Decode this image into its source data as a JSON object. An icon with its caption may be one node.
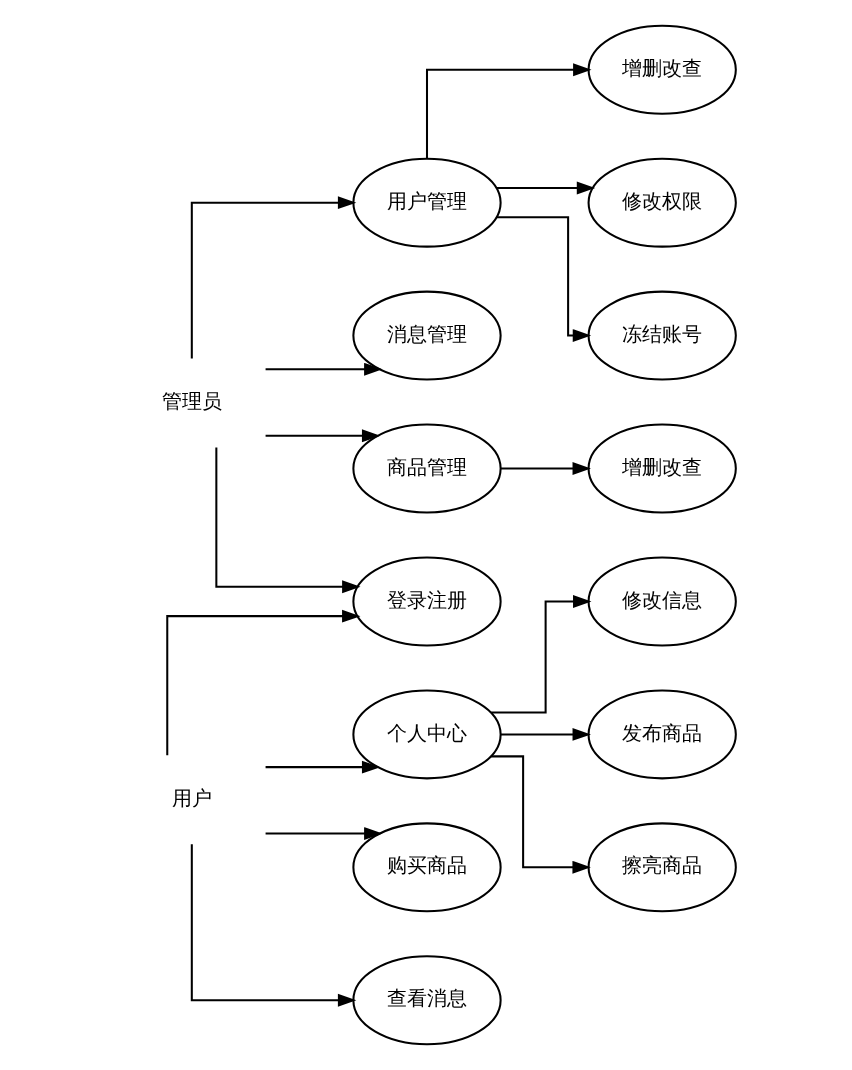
{
  "diagram": {
    "nodes": [
      {
        "text": [
          "增删改查"
        ]
      },
      {
        "text": [
          "用户管理"
        ]
      },
      {
        "text": [
          "修改权限"
        ]
      },
      {
        "text": [
          "冻结账号"
        ]
      },
      {
        "text": [
          "管理员"
        ]
      },
      {
        "text": [
          "消息管理"
        ]
      },
      {
        "text": [
          "商品管理"
        ]
      },
      {
        "text": [
          "增删改查"
        ]
      },
      {
        "text": [
          "登录注册"
        ]
      },
      {
        "text": [
          "修改信息"
        ]
      },
      {
        "text": [
          "个人中心"
        ]
      },
      {
        "text": [
          "发布商品"
        ]
      },
      {
        "text": [
          "擦亮商品"
        ]
      },
      {
        "text": [
          "用户"
        ]
      },
      {
        "text": [
          "购买商品"
        ]
      },
      {
        "text": [
          "查看消息"
        ]
      }
    ],
    "edges": [
      {
        "from": 4,
        "to": 8,
        "arrow": "to"
      },
      {
        "from": 4,
        "to": 1,
        "arrow": "to"
      },
      {
        "from": 4,
        "to": 5,
        "arrow": "to"
      },
      {
        "from": 4,
        "to": 6,
        "arrow": "to"
      },
      {
        "from": 1,
        "to": 0,
        "arrow": "to"
      },
      {
        "from": 1,
        "to": 2,
        "arrow": "to"
      },
      {
        "from": 1,
        "to": 3,
        "arrow": "to"
      },
      {
        "from": 6,
        "to": 7,
        "arrow": "to"
      },
      {
        "from": 13,
        "to": 8,
        "arrow": "to"
      },
      {
        "from": 13,
        "to": 10,
        "arrow": "to"
      },
      {
        "from": 13,
        "to": 14,
        "arrow": "to"
      },
      {
        "from": 13,
        "to": 15,
        "arrow": "to"
      },
      {
        "from": 10,
        "to": 9,
        "arrow": "to"
      },
      {
        "from": 10,
        "to": 11,
        "arrow": "to"
      },
      {
        "from": 10,
        "to": 12,
        "arrow": "to"
      }
    ]
  }
}
